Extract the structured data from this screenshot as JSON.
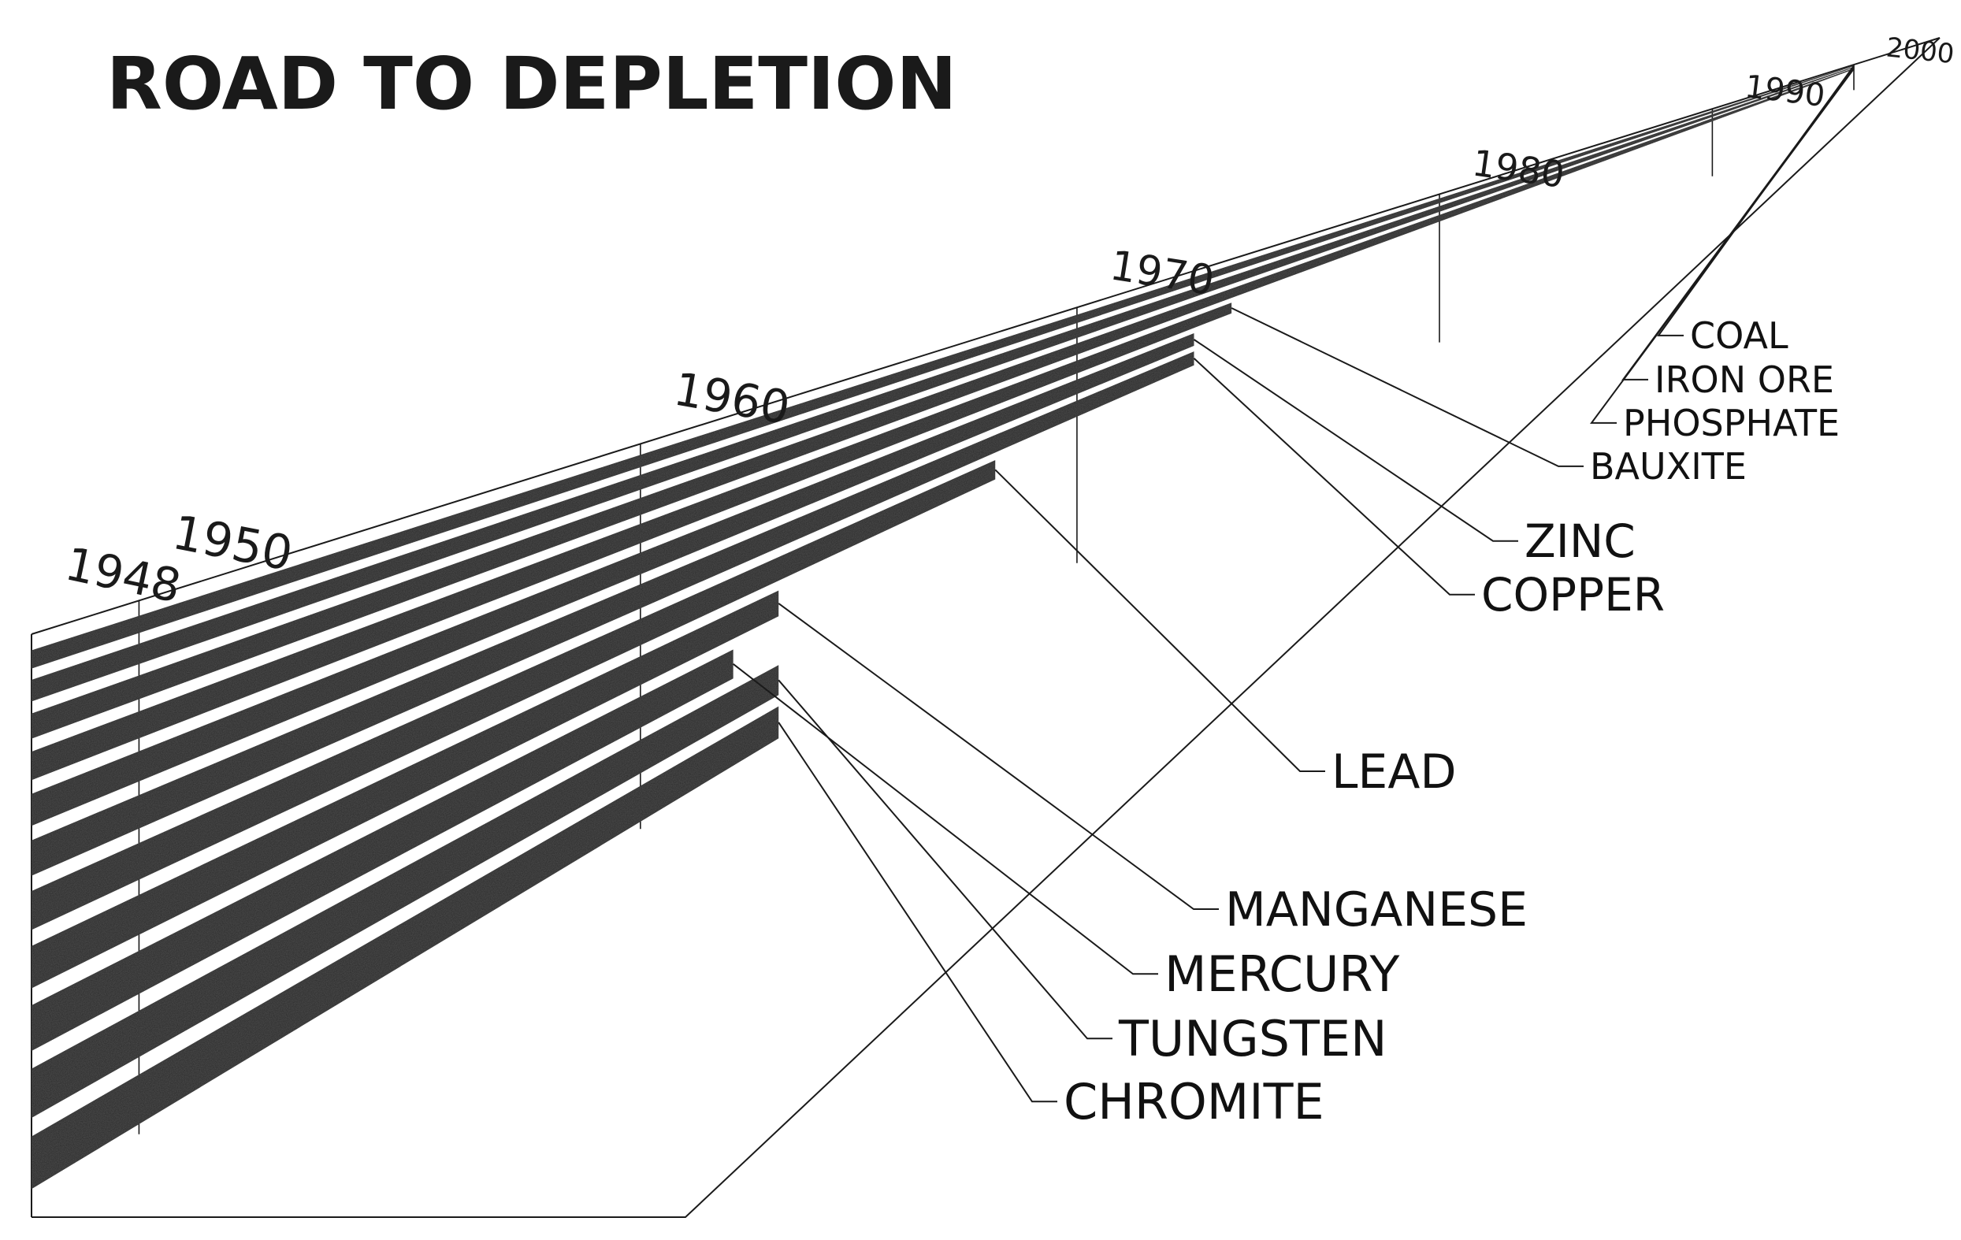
{
  "chart_data": {
    "type": "bar",
    "title": "ROAD TO DEPLETION",
    "year_ticks": [
      "1948",
      "1950",
      "1960",
      "1970",
      "1980",
      "1990",
      "2000"
    ],
    "x": {
      "start": 1948,
      "end": 2000
    },
    "series": [
      {
        "name": "COAL",
        "end_year": 2000
      },
      {
        "name": "IRON ORE",
        "end_year": 2000
      },
      {
        "name": "PHOSPHATE",
        "end_year": 2000
      },
      {
        "name": "BAUXITE",
        "end_year": 1974
      },
      {
        "name": "ZINC",
        "end_year": 1973
      },
      {
        "name": "COPPER",
        "end_year": 1973
      },
      {
        "name": "LEAD",
        "end_year": 1968
      },
      {
        "name": "MANGANESE",
        "end_year": 1963
      },
      {
        "name": "MERCURY",
        "end_year": 1962
      },
      {
        "name": "TUNGSTEN",
        "end_year": 1963
      },
      {
        "name": "CHROMITE",
        "end_year": 1963
      }
    ]
  },
  "colors": {
    "bar": "#2e2e2e",
    "ink": "#1a1a1a",
    "paper": "#ffffff"
  }
}
